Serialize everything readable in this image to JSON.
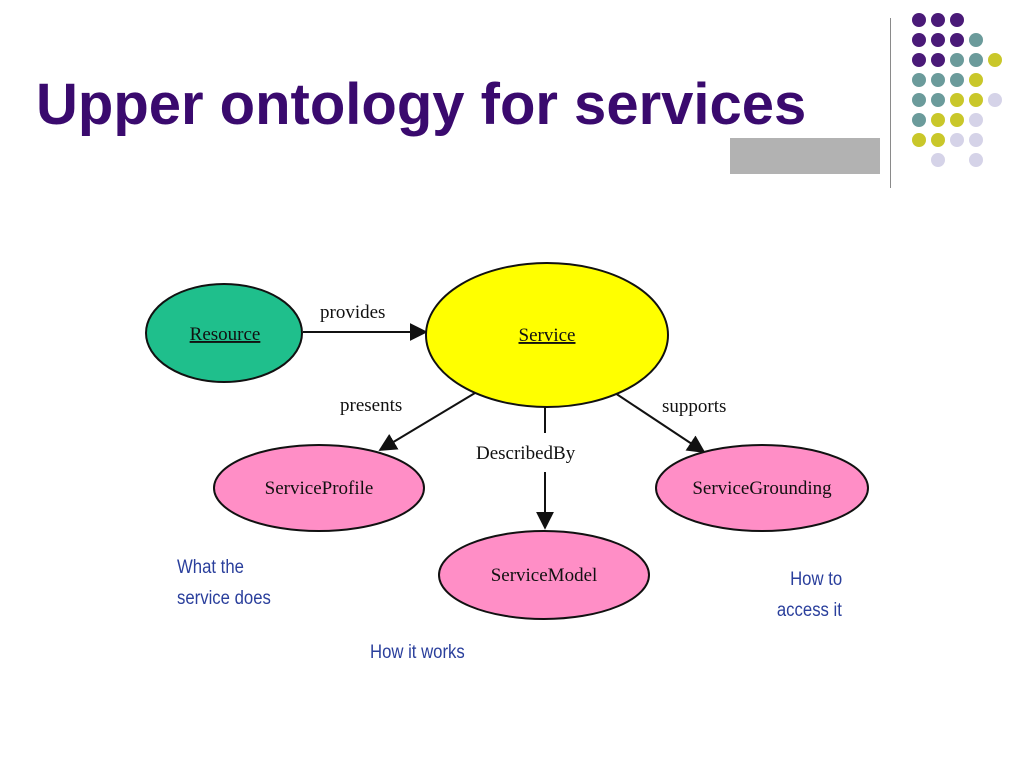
{
  "slide": {
    "title": "Upper ontology for services"
  },
  "diagram": {
    "nodes": {
      "resource": "Resource",
      "service": "Service",
      "profile": "ServiceProfile",
      "model": "ServiceModel",
      "grounding": "ServiceGrounding"
    },
    "edges": {
      "provides": "provides",
      "presents": "presents",
      "described_by": "DescribedBy",
      "supports": "supports"
    },
    "colors": {
      "resource": "#1fbf8c",
      "service": "#ffff00",
      "subservice": "#ff8ec6"
    }
  },
  "notes": {
    "profile_line1": "What the",
    "profile_line2": "service does",
    "model": "How it works",
    "grounding_line1": "How to",
    "grounding_line2": "access it"
  },
  "decoration": {
    "dot_colors": {
      "purple": "#4a1a78",
      "teal": "#6b9b9b",
      "olive": "#c9c72a",
      "lavender": "#d5d3e8"
    }
  }
}
